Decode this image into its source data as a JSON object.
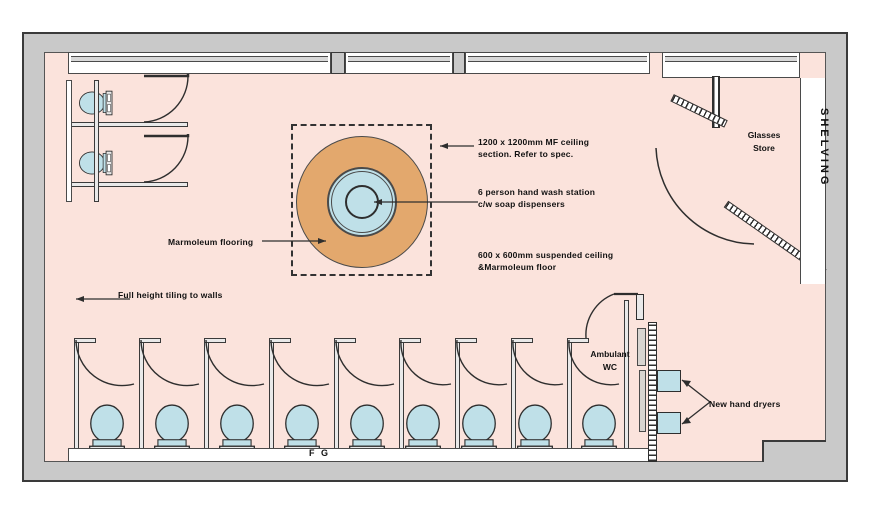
{
  "drawing": {
    "type": "architectural-floor-plan",
    "subject": "Washroom refurbishment layout",
    "background_color": "#ffffff",
    "wall_color": "#c9c9c9",
    "floor_color": "#fbe3dc",
    "fixture_color": "#bfe0e8",
    "marmoleum_color": "#e3a86d",
    "line_color": "#2e2e2e"
  },
  "annotations": {
    "ceiling_section": {
      "line1": "1200 x 1200mm MF ceiling",
      "line2": "section. Refer to spec."
    },
    "wash_station": {
      "line1": "6 person hand wash station",
      "line2": "c/w soap dispensers"
    },
    "suspended_ceiling": {
      "line1": "600 x 600mm suspended ceiling",
      "line2": "&Marmoleum floor"
    },
    "marmoleum_flooring": "Marmoleum flooring",
    "full_height_tiling": "Full height tiling to walls",
    "new_hand_dryers": "New hand dryers"
  },
  "rooms": {
    "glasses_store": {
      "line1": "Glasses",
      "line2": "Store"
    },
    "shelving": "SHELVING",
    "ambulant_wc": {
      "line1": "Ambulant",
      "line2": "WC"
    }
  },
  "marks": {
    "center_bottom": "F G"
  },
  "counts": {
    "bottom_row_cubicles": 9,
    "left_wall_cubicles": 2,
    "hand_dryers": 2,
    "top_wall_glazing_panels": 3
  }
}
